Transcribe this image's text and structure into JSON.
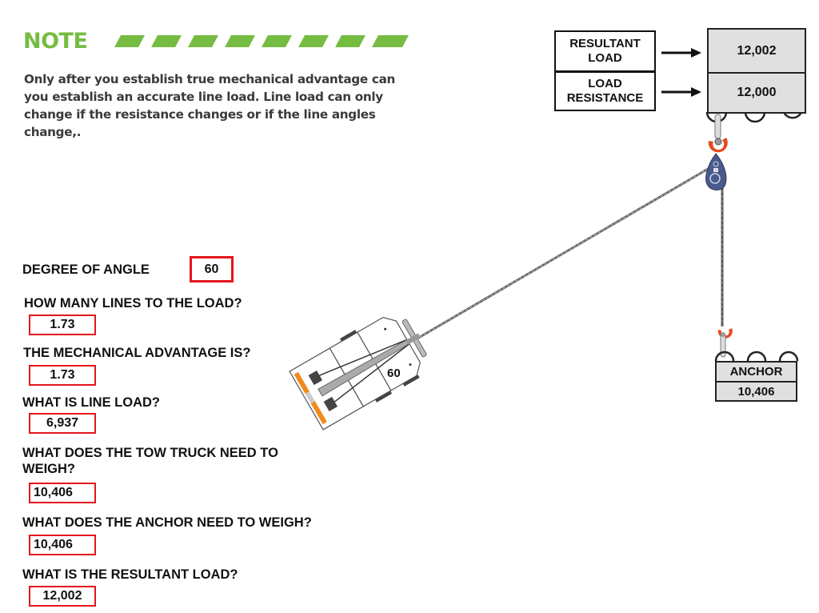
{
  "note": {
    "title": "NOTE",
    "text": "Only after you establish true mechanical advantage can you establish an accurate line load. Line load can only change if the resistance changes or if the line angles change,.",
    "accent_color": "#76bc43"
  },
  "questions": [
    {
      "label": "DEGREE OF ANGLE",
      "answer": "60"
    },
    {
      "label": "HOW MANY LINES TO THE LOAD?",
      "answer": "1.73"
    },
    {
      "label": "THE MECHANICAL ADVANTAGE IS?",
      "answer": "1.73"
    },
    {
      "label": "WHAT IS LINE LOAD?",
      "answer": "6,937"
    },
    {
      "label": "WHAT DOES THE TOW TRUCK NEED TO WEIGH?",
      "answer": "10,406"
    },
    {
      "label": "WHAT DOES THE ANCHOR NEED TO WEIGH?",
      "answer": "10,406"
    },
    {
      "label": "WHAT IS THE RESULTANT LOAD?",
      "answer": "12,002"
    }
  ],
  "diagram": {
    "resultant_label": "RESULTANT LOAD",
    "resultant_value": "12,002",
    "resistance_label": "LOAD RESISTANCE",
    "resistance_value": "12,000",
    "anchor_label": "ANCHOR",
    "anchor_value": "10,406",
    "truck_angle_label": "60",
    "answer_border_color": "#e3161b",
    "hook_color": "#e8471a",
    "block_color": "#4a5a8c",
    "truck_accent_color": "#f08a1c"
  }
}
